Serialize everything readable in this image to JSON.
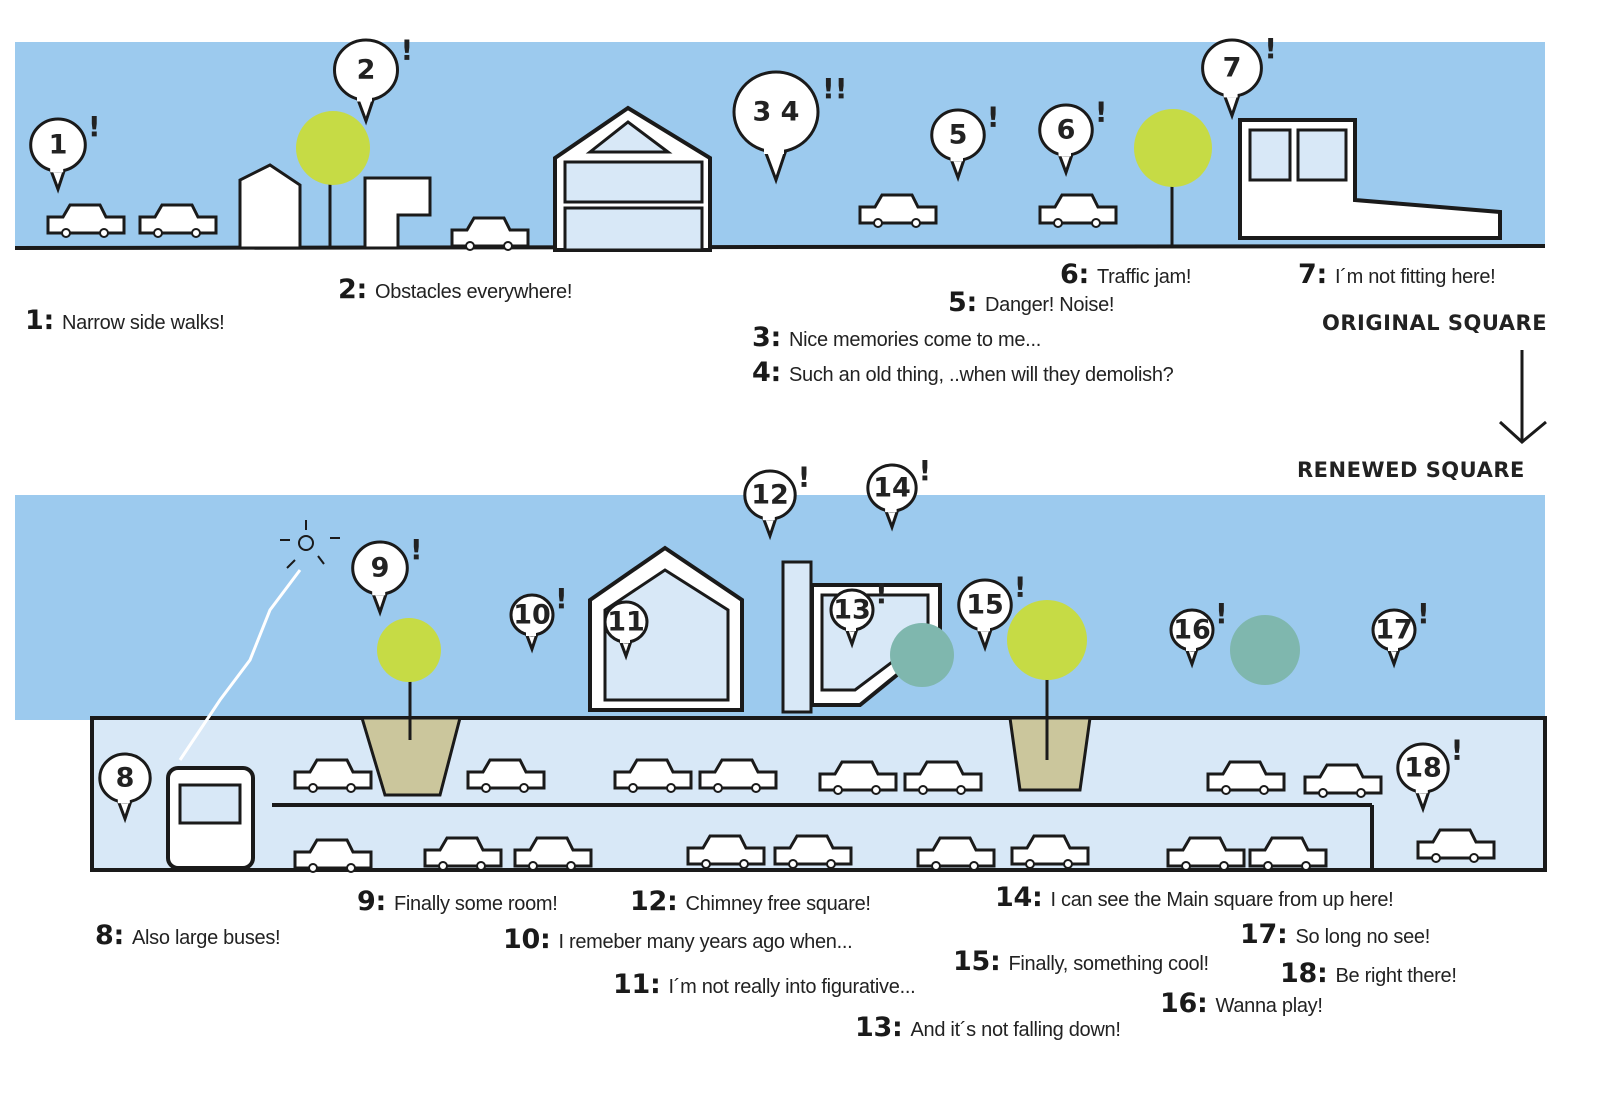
{
  "colors": {
    "sky": "#9ccaee",
    "interior": "#d8e8f7",
    "tree": "#c6db45",
    "teal": "#7fb7ae",
    "soil": "#cbc69c",
    "ink": "#1a1a1a"
  },
  "titles": {
    "original": "ORIGINAL SQUARE",
    "renewed": "RENEWED SQUARE"
  },
  "bubbles": [
    {
      "n": "1",
      "mark": "!"
    },
    {
      "n": "2",
      "mark": "!"
    },
    {
      "n": "3 4",
      "mark": "!!"
    },
    {
      "n": "5",
      "mark": "!"
    },
    {
      "n": "6",
      "mark": "!"
    },
    {
      "n": "7",
      "mark": "!"
    },
    {
      "n": "8",
      "mark": ""
    },
    {
      "n": "9",
      "mark": "!"
    },
    {
      "n": "10",
      "mark": "!"
    },
    {
      "n": "11",
      "mark": ""
    },
    {
      "n": "12",
      "mark": "!"
    },
    {
      "n": "13",
      "mark": "!"
    },
    {
      "n": "14",
      "mark": "!"
    },
    {
      "n": "15",
      "mark": "!"
    },
    {
      "n": "16",
      "mark": "!"
    },
    {
      "n": "17",
      "mark": "!"
    },
    {
      "n": "18",
      "mark": "!"
    }
  ],
  "captions": {
    "c1": {
      "n": "1:",
      "text": "Narrow side walks!"
    },
    "c2": {
      "n": "2:",
      "text": "Obstacles everywhere!"
    },
    "c3": {
      "n": "3:",
      "text": "Nice memories come to me..."
    },
    "c4": {
      "n": "4:",
      "text": "Such an old thing, ..when will they demolish?"
    },
    "c5": {
      "n": "5:",
      "text": "Danger! Noise!"
    },
    "c6": {
      "n": "6:",
      "text": "Traffic jam!"
    },
    "c7": {
      "n": "7:",
      "text": "I´m not fitting here!"
    },
    "c8": {
      "n": "8:",
      "text": "Also large buses!"
    },
    "c9": {
      "n": "9:",
      "text": "Finally some room!"
    },
    "c10": {
      "n": "10:",
      "text": "I remeber many years ago when..."
    },
    "c11": {
      "n": "11:",
      "text": "I´m not really into figurative..."
    },
    "c12": {
      "n": "12:",
      "text": "Chimney free square!"
    },
    "c13": {
      "n": "13:",
      "text": "And it´s not falling down!"
    },
    "c14": {
      "n": "14:",
      "text": "I can see the Main square from up here!"
    },
    "c15": {
      "n": "15:",
      "text": "Finally, something cool!"
    },
    "c16": {
      "n": "16:",
      "text": "Wanna play!"
    },
    "c17": {
      "n": "17:",
      "text": "So long no see!"
    },
    "c18": {
      "n": "18:",
      "text": "Be right there!"
    }
  }
}
